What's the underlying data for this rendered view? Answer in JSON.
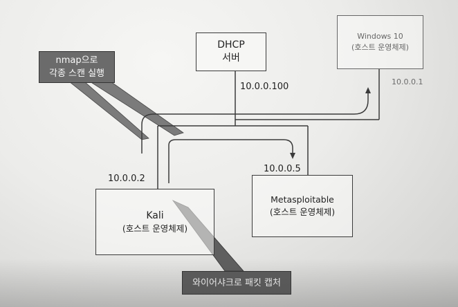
{
  "nodes": {
    "dhcp": {
      "line1": "DHCP",
      "line2": "서버"
    },
    "windows": {
      "line1": "Windows 10",
      "line2": "(호스트 운영체제)"
    },
    "kali": {
      "line1": "Kali",
      "line2": "(호스트 운영체제)"
    },
    "metasploitable": {
      "line1": "Metasploitable",
      "line2": "(호스트 운영체제)"
    }
  },
  "ip_labels": {
    "dhcp": "10.0.0.100",
    "windows": "10.0.0.1",
    "kali": "10.0.0.2",
    "metasploitable": "10.0.0.5"
  },
  "callouts": {
    "nmap": {
      "line1": "nmap으로",
      "line2": "각종 스캔 실행"
    },
    "wireshark": {
      "line1": "와이어샤크로 패킷 캡처"
    }
  },
  "colors": {
    "line": "#3a3a3a",
    "callout_fill": "#6b6b6b",
    "callout_text": "#fafafa"
  }
}
